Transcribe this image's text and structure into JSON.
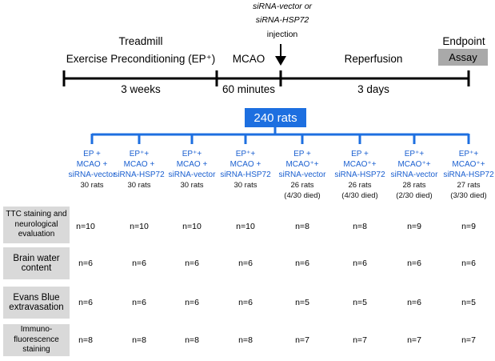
{
  "timeline": {
    "treadmill": "Treadmill",
    "exercise": "Exercise Preconditioning (EP⁺)",
    "mcao": "MCAO",
    "reperfusion": "Reperfusion",
    "endpoint": "Endpoint",
    "assay": "Assay",
    "injection_line1": "siRNA-vector or",
    "injection_line2": "siRNA-HSP72",
    "injection_line3": "injection",
    "weeks": "3 weeks",
    "minutes": "60 minutes",
    "days": "3 days"
  },
  "total": "240 rats",
  "groups": [
    {
      "l1": "EP +",
      "l2": "MCAO +",
      "l3": "siRNA-vector",
      "n": "30 rats",
      "died": ""
    },
    {
      "l1": "EP⁺+",
      "l2": "MCAO +",
      "l3": "siRNA-HSP72",
      "n": "30 rats",
      "died": ""
    },
    {
      "l1": "EP⁺+",
      "l2": "MCAO +",
      "l3": "siRNA-vector",
      "n": "30 rats",
      "died": ""
    },
    {
      "l1": "EP⁺+",
      "l2": "MCAO +",
      "l3": "siRNA-HSP72",
      "n": "30 rats",
      "died": ""
    },
    {
      "l1": "EP +",
      "l2": "MCAO⁺+",
      "l3": "siRNA-vector",
      "n": "26 rats",
      "died": "(4/30 died)"
    },
    {
      "l1": "EP +",
      "l2": "MCAO⁺+",
      "l3": "siRNA-HSP72",
      "n": "26 rats",
      "died": "(4/30 died)"
    },
    {
      "l1": "EP⁺+",
      "l2": "MCAO⁺+",
      "l3": "siRNA-vector",
      "n": "28 rats",
      "died": "(2/30 died)"
    },
    {
      "l1": "EP⁺+",
      "l2": "MCAO⁺+",
      "l3": "siRNA-HSP72",
      "n": "27 rats",
      "died": "(3/30 died)"
    }
  ],
  "assays": [
    {
      "label": "TTC staining and neurological evaluation",
      "values": [
        "n=10",
        "n=10",
        "n=10",
        "n=10",
        "n=8",
        "n=8",
        "n=9",
        "n=9"
      ]
    },
    {
      "label": "Brain water content",
      "values": [
        "n=6",
        "n=6",
        "n=6",
        "n=6",
        "n=6",
        "n=6",
        "n=6",
        "n=6"
      ]
    },
    {
      "label": "Evans Blue extravasation",
      "values": [
        "n=6",
        "n=6",
        "n=6",
        "n=6",
        "n=5",
        "n=5",
        "n=6",
        "n=5"
      ]
    },
    {
      "label": "Immuno- fluorescence staining",
      "values": [
        "n=8",
        "n=8",
        "n=8",
        "n=8",
        "n=7",
        "n=7",
        "n=7",
        "n=7"
      ]
    }
  ]
}
